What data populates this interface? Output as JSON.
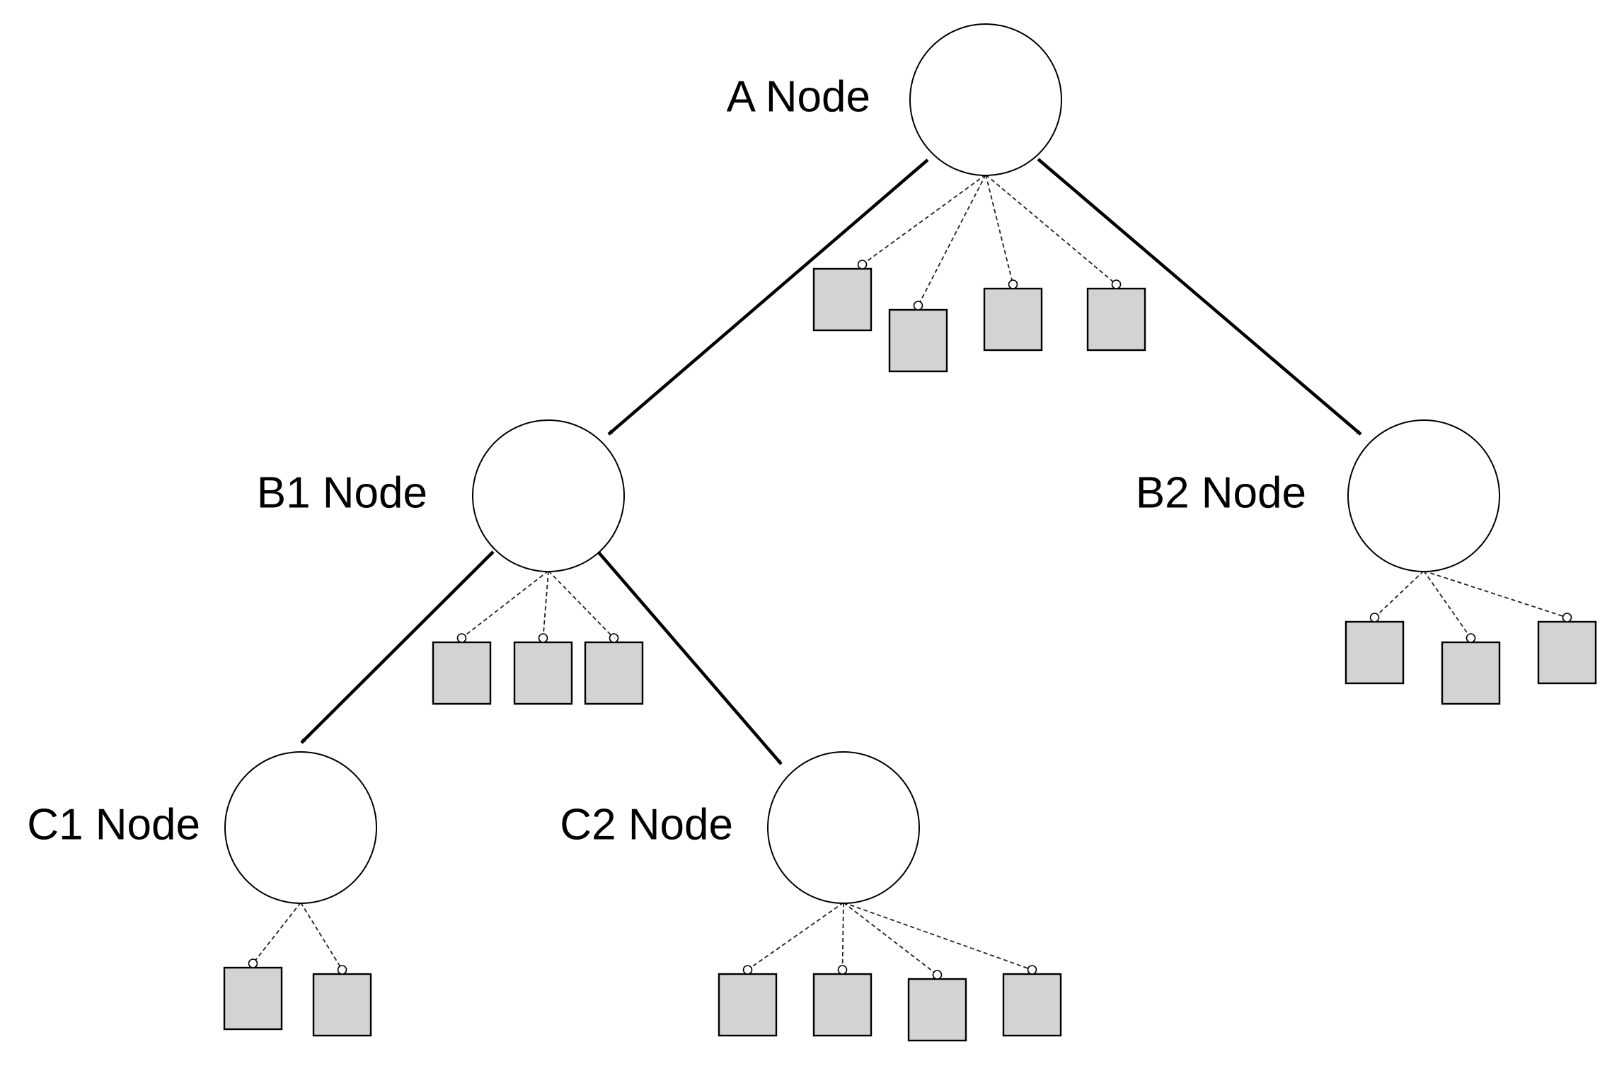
{
  "diagram": {
    "nodes": [
      {
        "id": "A",
        "label": "A Node"
      },
      {
        "id": "B1",
        "label": "B1 Node"
      },
      {
        "id": "B2",
        "label": "B2 Node"
      },
      {
        "id": "C1",
        "label": "C1 Node"
      },
      {
        "id": "C2",
        "label": "C2 Node"
      }
    ],
    "edges": [
      {
        "from": "A",
        "to": "B1"
      },
      {
        "from": "A",
        "to": "B2"
      },
      {
        "from": "B1",
        "to": "C1"
      },
      {
        "from": "B1",
        "to": "C2"
      }
    ],
    "attachment_counts": {
      "A": 4,
      "B1": 3,
      "B2": 3,
      "C1": 2,
      "C2": 4
    }
  }
}
